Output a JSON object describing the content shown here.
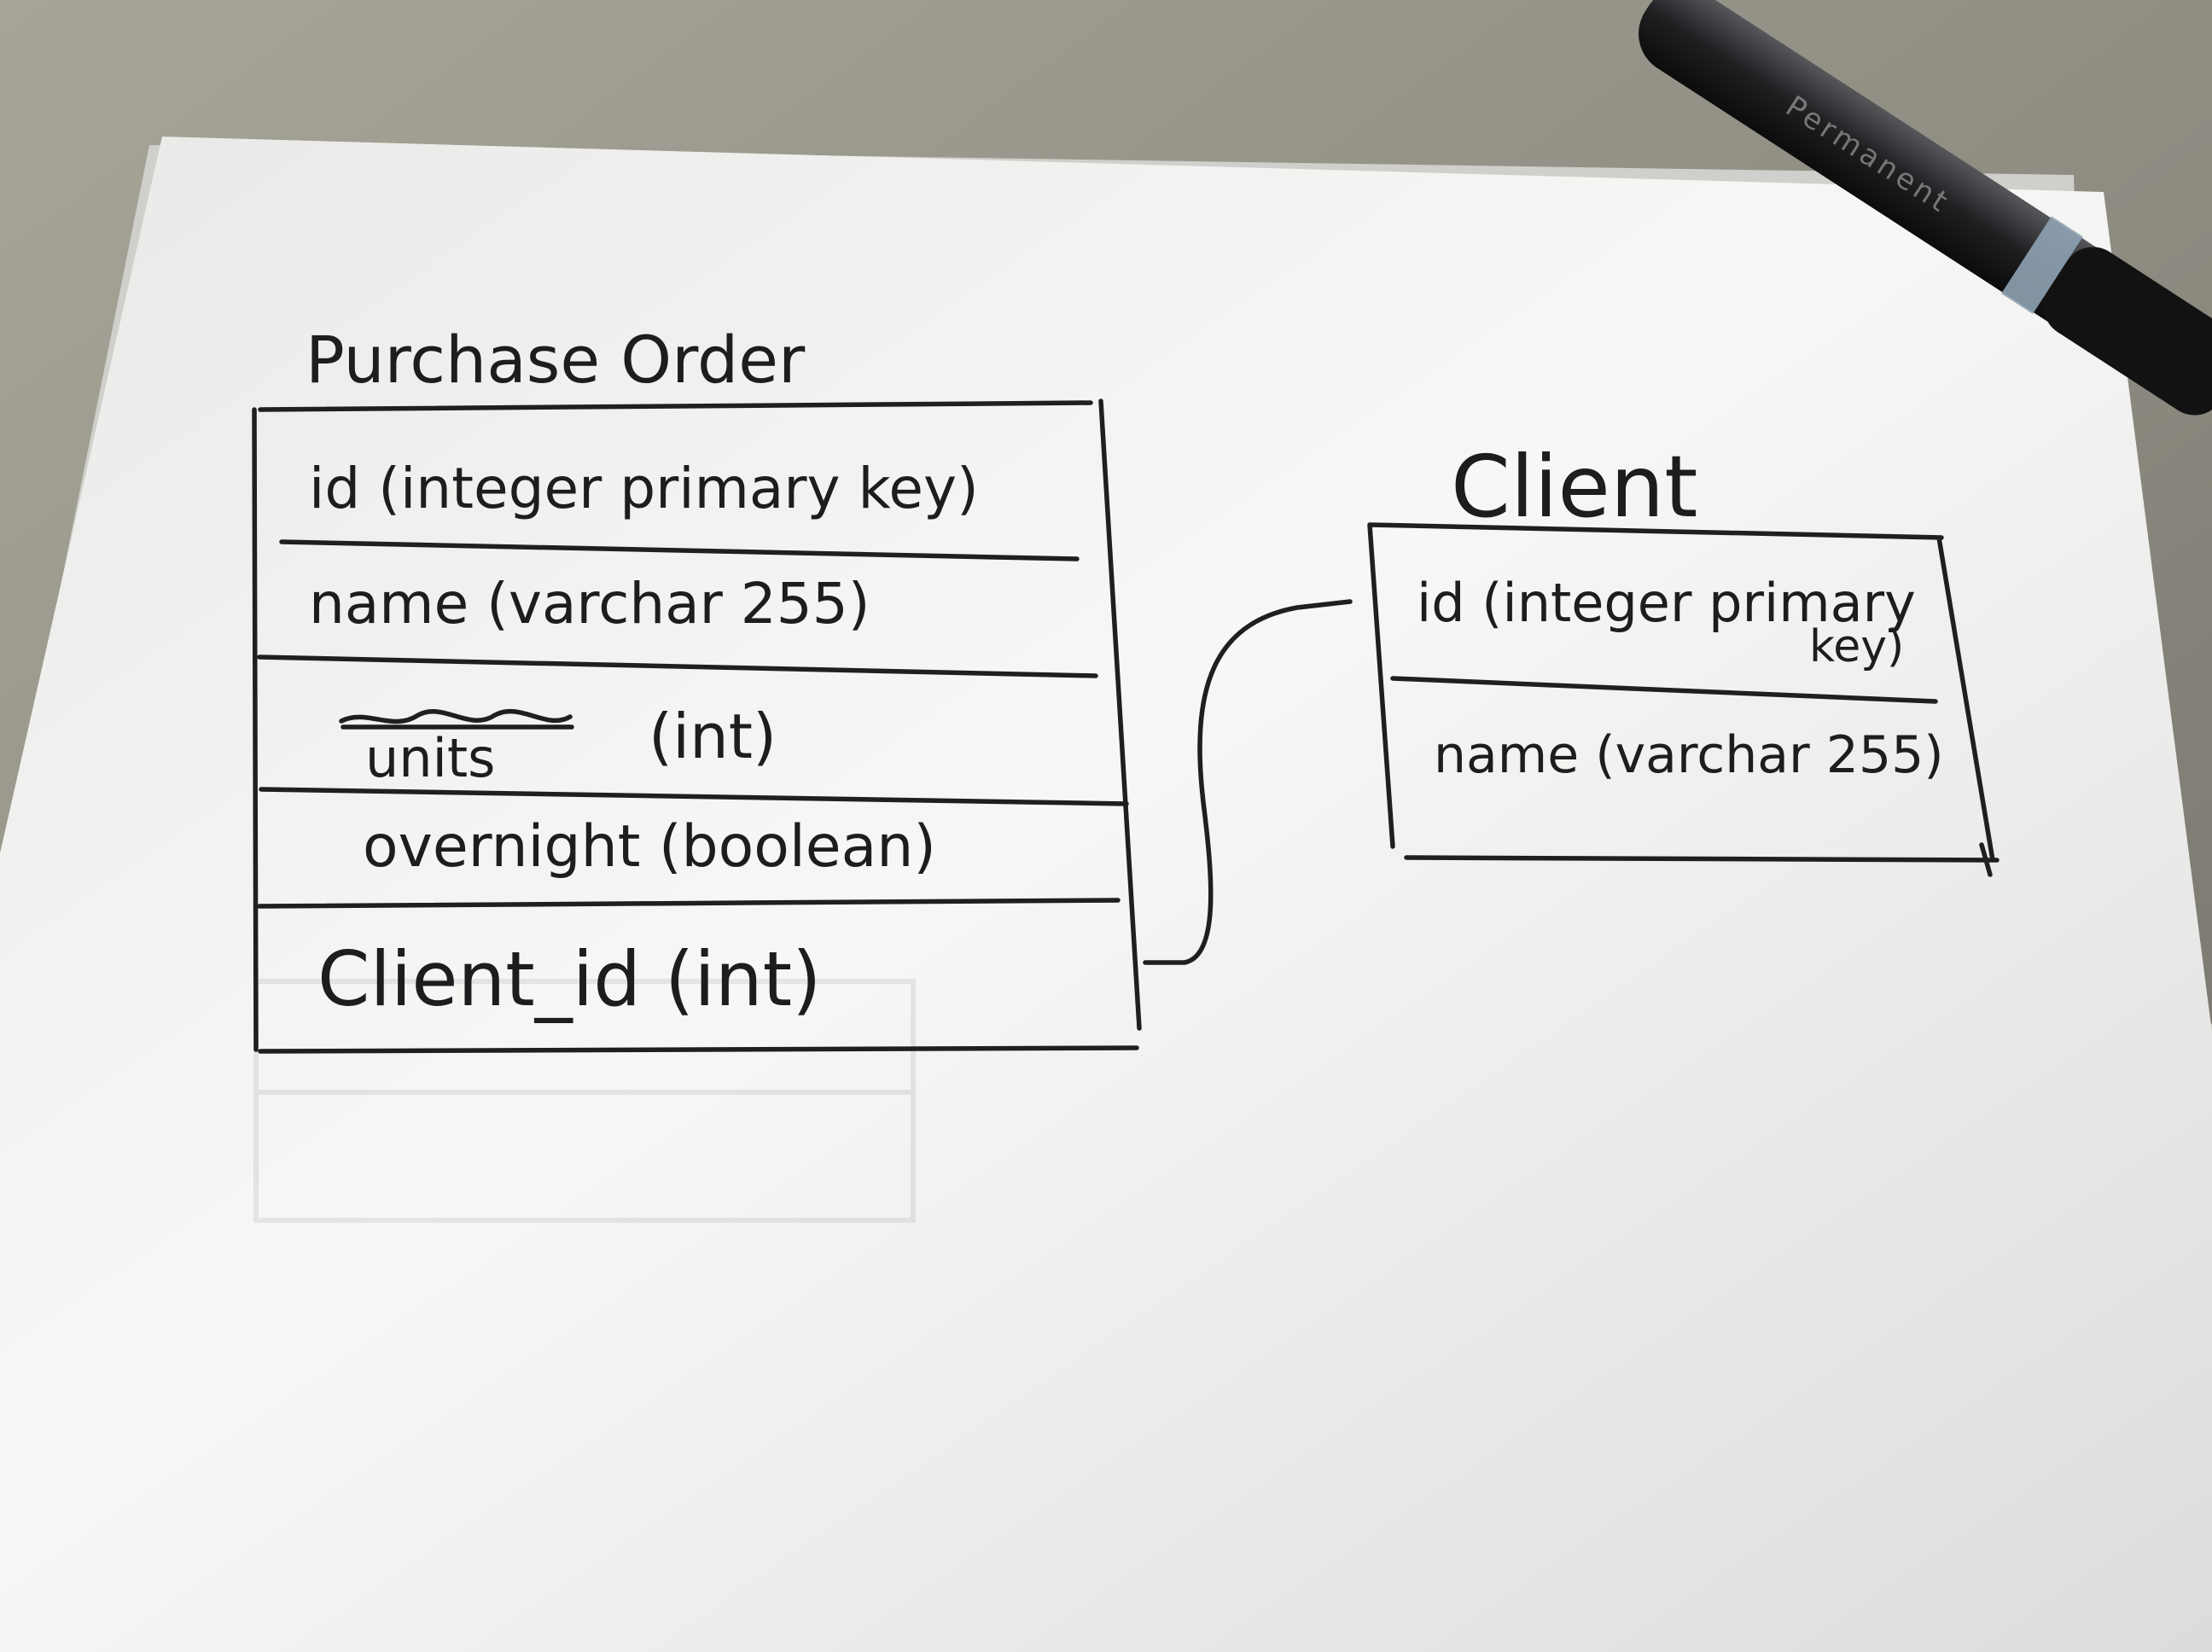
{
  "diagram": {
    "purchase_order": {
      "title": "Purchase Order",
      "fields": [
        "id (integer primary key)",
        "name (varchar 255)",
        "units",
        "(int)",
        "overnight (boolean)",
        "Client_id (int)"
      ]
    },
    "client": {
      "title": "Client",
      "fields": [
        "id (integer primary",
        "key)",
        "name (varchar 255)"
      ]
    }
  },
  "colors": {
    "ink": "#1f1f22",
    "paper": "#f4f4f2",
    "desk": "#8d8b80"
  }
}
